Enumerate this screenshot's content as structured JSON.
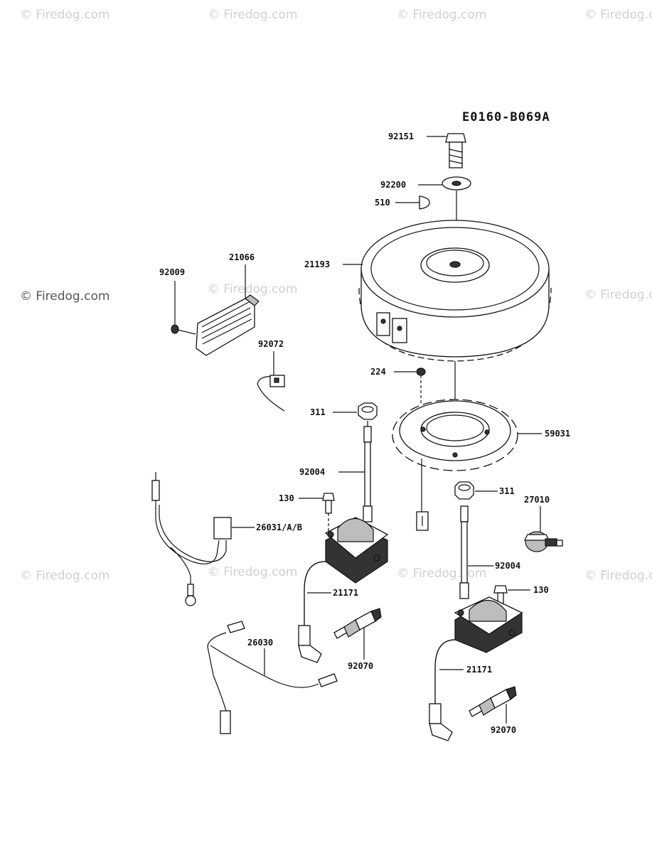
{
  "diagram_code": "E0160-B069A",
  "watermark": "© Firedog.com",
  "parts": {
    "p92151": "92151",
    "p92200": "92200",
    "p510": "510",
    "p21193": "21193",
    "p21066": "21066",
    "p92009": "92009",
    "p92072": "92072",
    "p224": "224",
    "p311a": "311",
    "p59031": "59031",
    "p92004a": "92004",
    "p130a": "130",
    "p311b": "311",
    "p27010": "27010",
    "p26031": "26031/A/B",
    "p92004b": "92004",
    "p130b": "130",
    "p21171a": "21171",
    "p26030": "26030",
    "p92070a": "92070",
    "p21171b": "21171",
    "p92070b": "92070"
  }
}
